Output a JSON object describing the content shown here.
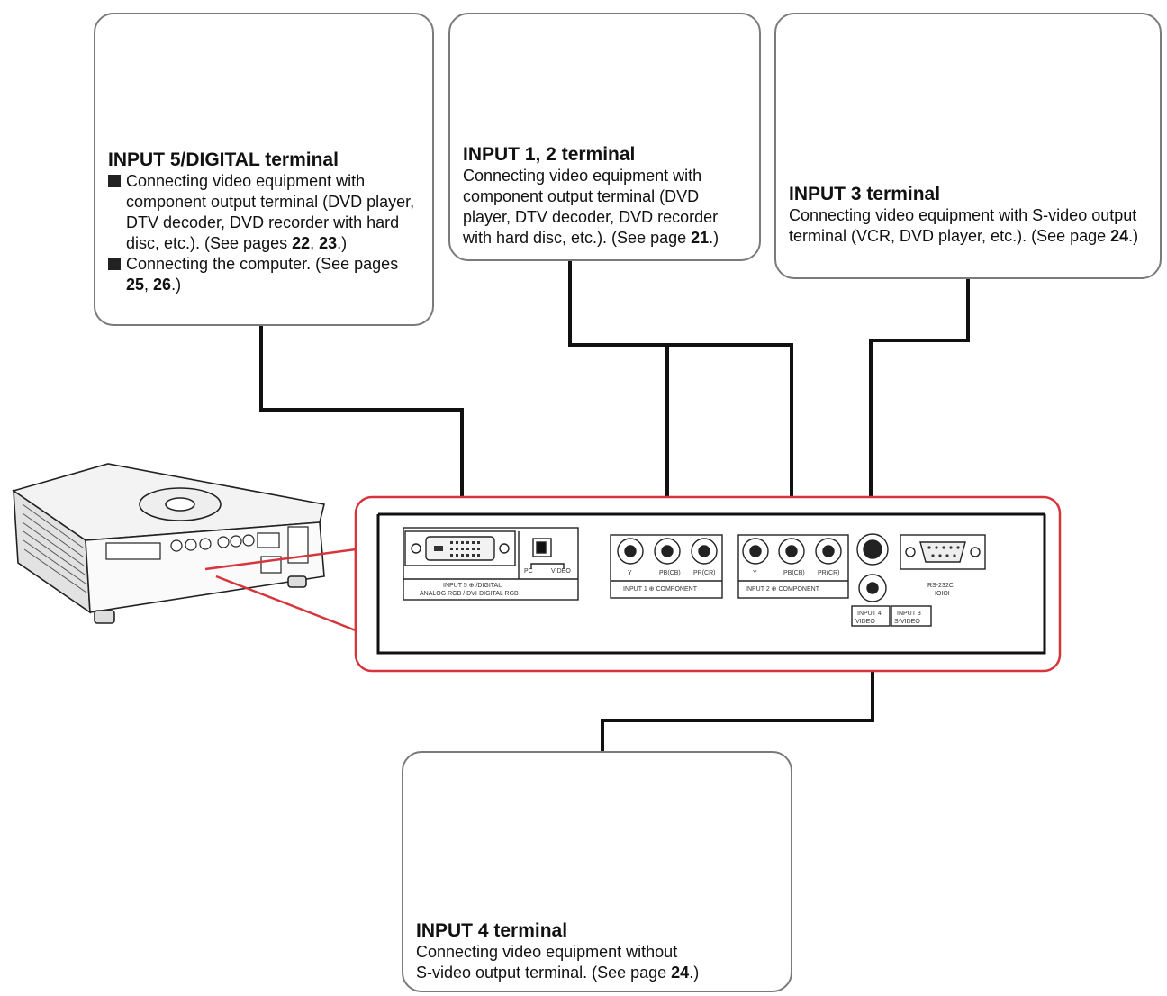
{
  "panels": {
    "input5": {
      "title": "INPUT 5/DIGITAL terminal",
      "bullet1_pre": "Connecting video equipment with component output terminal (DVD player, DTV decoder, DVD recorder with hard disc, etc.). (See pages ",
      "bullet1_p1": "22",
      "bullet1_sep": ", ",
      "bullet1_p2": "23",
      "bullet1_post": ".)",
      "bullet2_pre": "Connecting the computer. (See pages ",
      "bullet2_p1": "25",
      "bullet2_sep": ", ",
      "bullet2_p2": "26",
      "bullet2_post": ".)"
    },
    "input12": {
      "title": "INPUT 1, 2 terminal",
      "desc_pre": "Connecting video equipment with component output terminal (DVD player, DTV decoder, DVD recorder with hard disc, etc.). (See page ",
      "desc_page": "21",
      "desc_post": ".)"
    },
    "input3": {
      "title": "INPUT 3 terminal",
      "desc_pre": "Connecting video equipment with S-video output terminal (VCR, DVD player, etc.). (See page ",
      "desc_page": "24",
      "desc_post": ".)"
    },
    "input4": {
      "title": "INPUT 4 terminal",
      "desc_line1": "Connecting video equipment without",
      "desc_pre": "S-video output terminal. (See page ",
      "desc_page": "24",
      "desc_post": ".)"
    }
  },
  "rear_panel": {
    "input5_label1": "INPUT 5 ⊕ /DIGITAL",
    "input5_label2": "ANALOG RGB / DVI-DIGITAL RGB",
    "switch_pc": "PC",
    "switch_video": "VIDEO",
    "input1_label": "INPUT 1 ⊕ COMPONENT",
    "input2_label": "INPUT 2 ⊕ COMPONENT",
    "jack_y": "Y",
    "jack_pb": "PB(CB)",
    "jack_pr": "PR(CR)",
    "rs232c": "RS-232C",
    "input4_label1": "INPUT 4",
    "input4_label2": "VIDEO",
    "input3_label1": "INPUT 3",
    "input3_label2": "S-VIDEO"
  },
  "colors": {
    "callout_outline": "#d8343c",
    "cable": "#111111",
    "panel_border": "#7a7a7a"
  }
}
